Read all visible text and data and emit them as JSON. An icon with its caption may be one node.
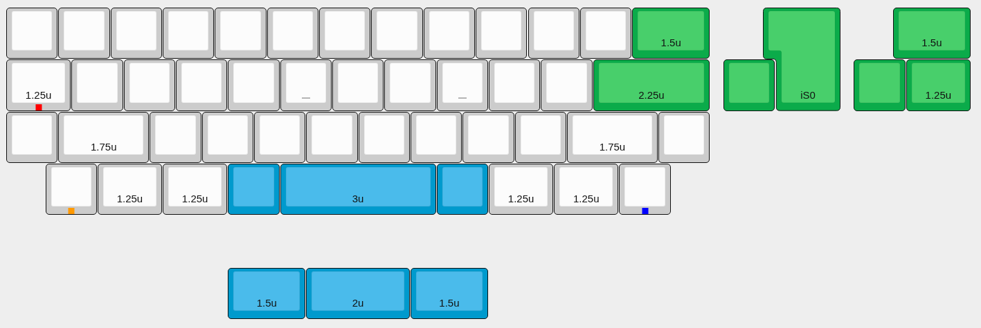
{
  "diagram": {
    "nodes": [
      {
        "text": [],
        "shape": "box"
      },
      {
        "text": [],
        "shape": "box"
      },
      {
        "text": [],
        "shape": "box"
      },
      {
        "text": [],
        "shape": "box"
      },
      {
        "text": [],
        "shape": "box"
      },
      {
        "text": [],
        "shape": "box"
      },
      {
        "text": [],
        "shape": "box"
      },
      {
        "text": [],
        "shape": "box"
      },
      {
        "text": [],
        "shape": "box"
      },
      {
        "text": [],
        "shape": "box"
      },
      {
        "text": [],
        "shape": "box"
      },
      {
        "text": [],
        "shape": "box"
      },
      {
        "text": [
          "1.5u"
        ]
      },
      {
        "text": [
          "iS0"
        ]
      },
      {
        "text": [
          "1.5u"
        ]
      },
      {
        "text": [
          "1.25u"
        ]
      },
      {
        "text": [],
        "shape": "box"
      },
      {
        "text": [],
        "shape": "box"
      },
      {
        "text": [],
        "shape": "box"
      },
      {
        "text": [],
        "shape": "box"
      },
      {
        "text": [],
        "shape": "box"
      },
      {
        "text": [],
        "shape": "box"
      },
      {
        "text": [],
        "shape": "box"
      },
      {
        "text": [],
        "shape": "box"
      },
      {
        "text": [],
        "shape": "box"
      },
      {
        "text": [],
        "shape": "box"
      },
      {
        "text": [
          "2.25u"
        ]
      },
      {
        "text": [],
        "shape": "box"
      },
      {
        "text": [],
        "shape": "box"
      },
      {
        "text": [
          "1.25u"
        ]
      },
      {
        "text": [],
        "shape": "box"
      },
      {
        "text": [
          "1.75u"
        ]
      },
      {
        "text": [],
        "shape": "box"
      },
      {
        "text": [],
        "shape": "box"
      },
      {
        "text": [],
        "shape": "box"
      },
      {
        "text": [],
        "shape": "box"
      },
      {
        "text": [],
        "shape": "box"
      },
      {
        "text": [],
        "shape": "box"
      },
      {
        "text": [],
        "shape": "box"
      },
      {
        "text": [],
        "shape": "box"
      },
      {
        "text": [
          "1.75u"
        ]
      },
      {
        "text": [],
        "shape": "box"
      },
      {
        "text": [],
        "shape": "box"
      },
      {
        "text": [
          "1.25u"
        ]
      },
      {
        "text": [
          "1.25u"
        ]
      },
      {
        "text": [],
        "shape": "box"
      },
      {
        "text": [
          "3u"
        ]
      },
      {
        "text": [],
        "shape": "box"
      },
      {
        "text": [
          "1.25u"
        ]
      },
      {
        "text": [
          "1.25u"
        ]
      },
      {
        "text": [],
        "shape": "box"
      },
      {
        "text": [
          "1.5u"
        ]
      },
      {
        "text": [
          "2u"
        ]
      },
      {
        "text": [
          "1.5u"
        ]
      }
    ]
  }
}
